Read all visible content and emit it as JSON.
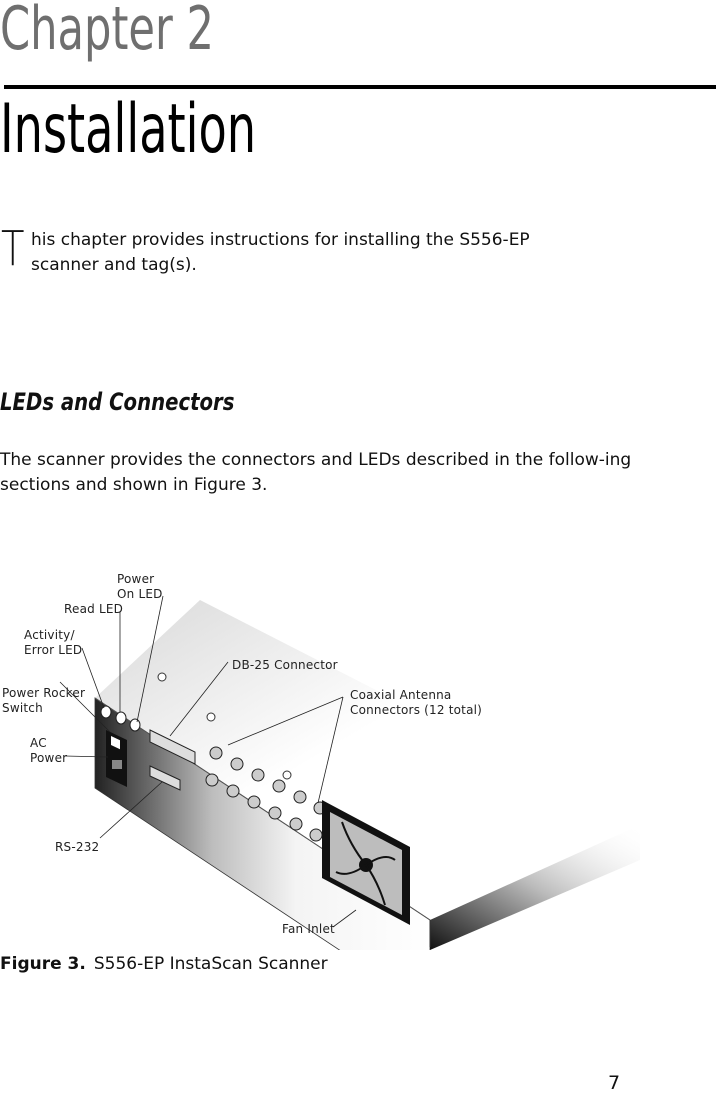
{
  "chapter": {
    "label": "Chapter 2",
    "title": "Installation"
  },
  "intro": {
    "drop_cap": "T",
    "text": "his chapter provides instructions for installing the S556-EP\nscanner and tag(s)."
  },
  "section": {
    "heading": "LEDs and Connectors",
    "body": "The scanner provides the connectors and LEDs described in the follow-ing sections and shown in Figure 3."
  },
  "figure": {
    "callouts": {
      "power_on_led": "Power\nOn LED",
      "read_led": "Read LED",
      "activity_error_led": "Activity/\nError LED",
      "power_rocker_switch": "Power Rocker\nSwitch",
      "ac_power": "AC\nPower",
      "db25_connector": "DB-25 Connector",
      "coaxial_antenna_connectors": "Coaxial Antenna\nConnectors (12 total)",
      "rs232": "RS-232",
      "fan_inlet": "Fan Inlet"
    },
    "caption_label": "Figure 3.",
    "caption_text": "S556-EP InstaScan Scanner"
  },
  "page_number": "7"
}
